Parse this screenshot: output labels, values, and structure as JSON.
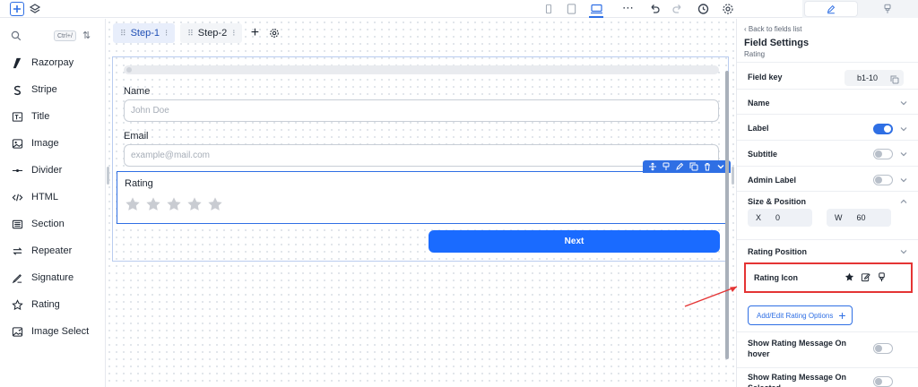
{
  "topbar": {
    "more_label": "⋯"
  },
  "sidebar": {
    "search": {
      "placeholder": "",
      "shortcut": "Ctrl+/"
    },
    "items": [
      {
        "label": "Razorpay",
        "icon": "razorpay-icon"
      },
      {
        "label": "Stripe",
        "icon": "stripe-icon"
      },
      {
        "label": "Title",
        "icon": "title-icon"
      },
      {
        "label": "Image",
        "icon": "image-icon"
      },
      {
        "label": "Divider",
        "icon": "divider-icon"
      },
      {
        "label": "HTML",
        "icon": "code-icon"
      },
      {
        "label": "Section",
        "icon": "section-icon"
      },
      {
        "label": "Repeater",
        "icon": "repeater-icon"
      },
      {
        "label": "Signature",
        "icon": "signature-icon"
      },
      {
        "label": "Rating",
        "icon": "star-icon"
      },
      {
        "label": "Image Select",
        "icon": "image-select-icon"
      }
    ]
  },
  "canvas": {
    "steps": [
      {
        "label": "Step-1",
        "active": true
      },
      {
        "label": "Step-2",
        "active": false
      }
    ],
    "form": {
      "name_label": "Name",
      "name_placeholder": "John Doe",
      "email_label": "Email",
      "email_placeholder": "example@mail.com",
      "rating_label": "Rating",
      "rating_value": 0,
      "rating_max": 5,
      "next_label": "Next"
    }
  },
  "panel": {
    "back_label": "Back to fields list",
    "title": "Field Settings",
    "subtitle": "Rating",
    "field_key_label": "Field key",
    "field_key_value": "b1-10",
    "name_label": "Name",
    "label_label": "Label",
    "label_toggle": true,
    "subtitle_label": "Subtitle",
    "subtitle_toggle": false,
    "admin_label_label": "Admin Label",
    "admin_label_toggle": false,
    "size_position_label": "Size & Position",
    "x_label": "X",
    "x_value": "0",
    "w_label": "W",
    "w_value": "60",
    "rating_position_label": "Rating Position",
    "rating_icon_label": "Rating Icon",
    "add_options_label": "Add/Edit Rating Options",
    "show_hover_label": "Show Rating Message On hover",
    "show_hover_toggle": false,
    "show_selected_label": "Show Rating Message On Selected",
    "show_selected_toggle": false
  },
  "colors": {
    "accent": "#2f6fe4",
    "button": "#1a6bff",
    "highlight": "#e43434"
  }
}
